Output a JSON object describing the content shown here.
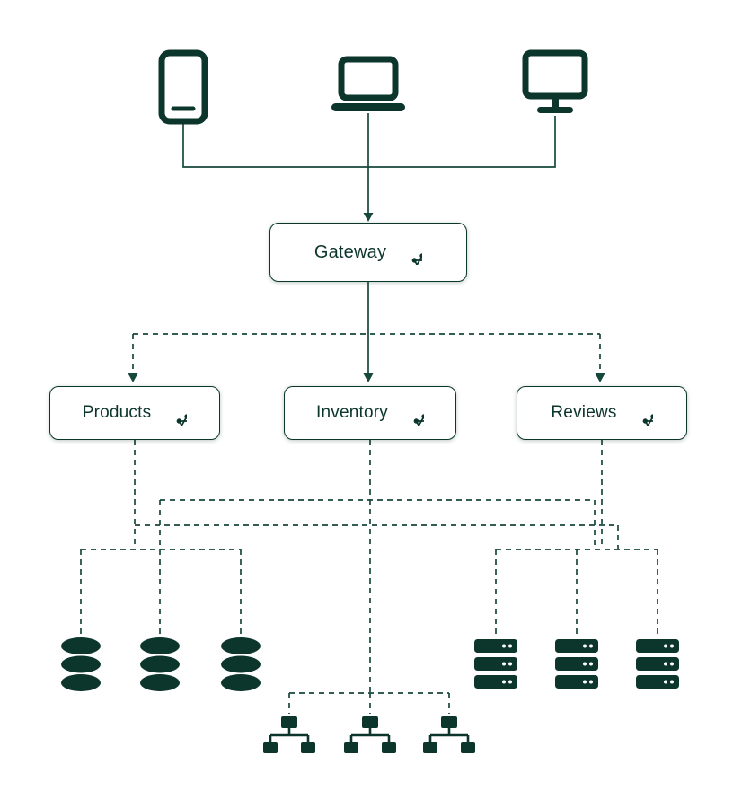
{
  "diagram": {
    "accent_color": "#0c352c",
    "line_color": "#17483c",
    "client_tier": {
      "devices": [
        {
          "name": "tablet"
        },
        {
          "name": "laptop"
        },
        {
          "name": "desktop"
        }
      ]
    },
    "gateway": {
      "label": "Gateway",
      "logo": "graphql"
    },
    "services": [
      {
        "id": "products",
        "label": "Products",
        "logo": "graphql",
        "backend": "databases",
        "backend_count": 3
      },
      {
        "id": "inventory",
        "label": "Inventory",
        "logo": "graphql",
        "backend": "network-nodes",
        "backend_count": 3
      },
      {
        "id": "reviews",
        "label": "Reviews",
        "logo": "graphql",
        "backend": "servers",
        "backend_count": 3
      }
    ]
  }
}
